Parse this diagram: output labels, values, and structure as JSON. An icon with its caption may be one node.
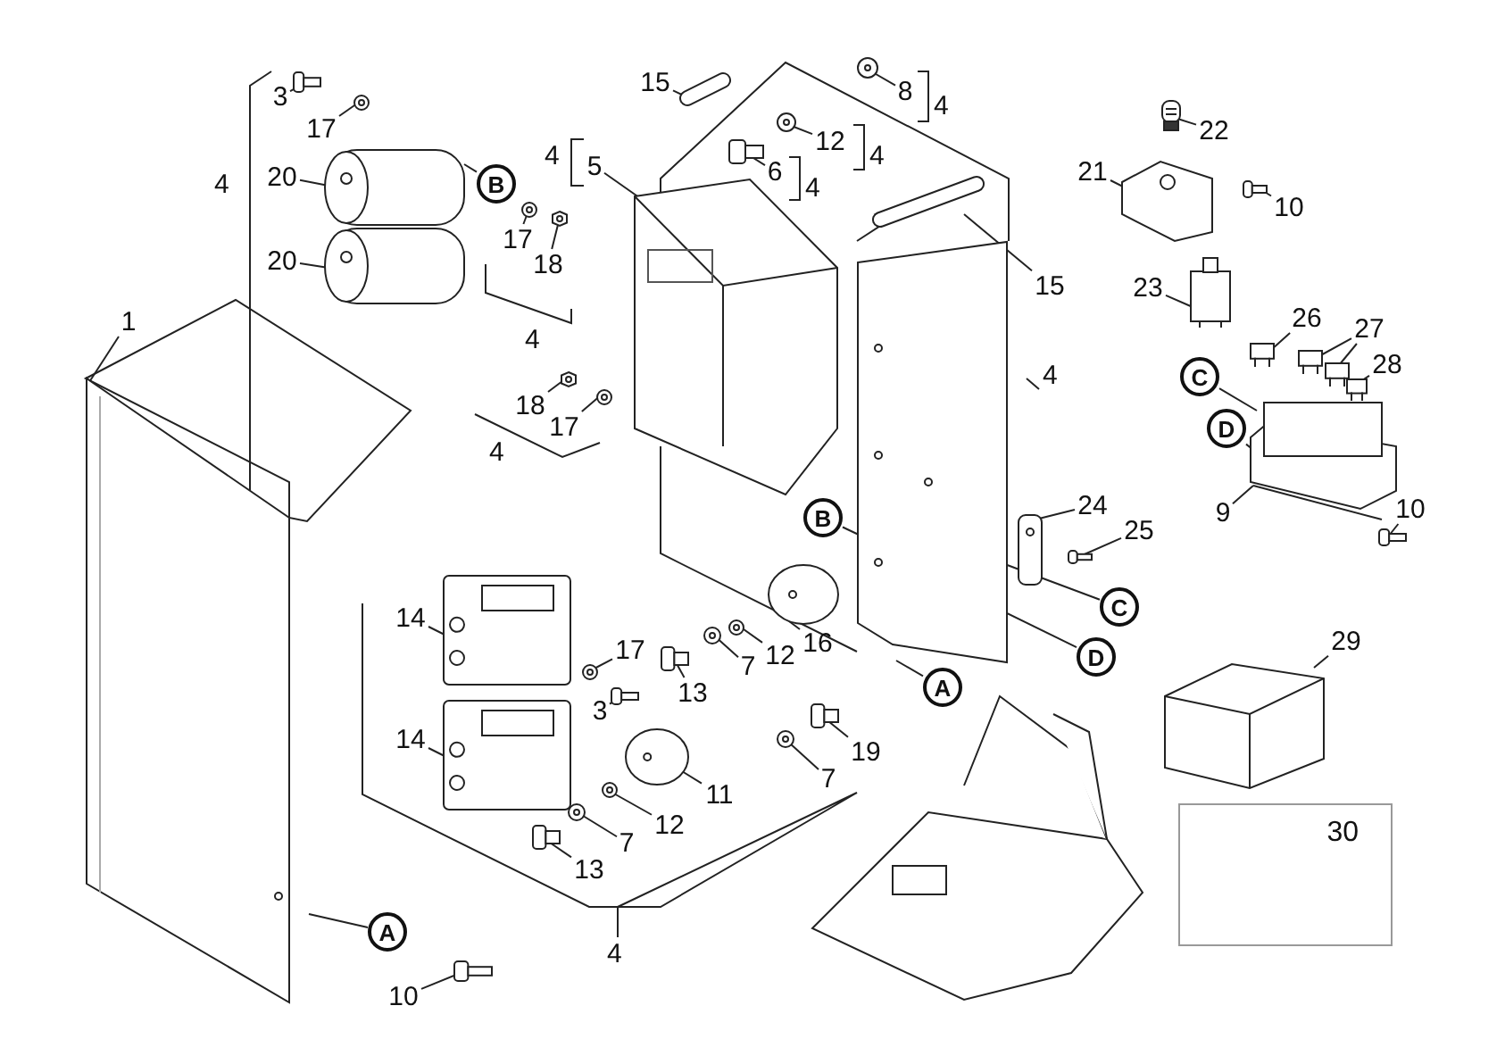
{
  "diagram": {
    "nodes": [
      {
        "text": [
          "1"
        ]
      },
      {
        "text": [
          "3"
        ]
      },
      {
        "text": [
          "17"
        ]
      },
      {
        "text": [
          "20"
        ]
      },
      {
        "text": [
          "20"
        ]
      },
      {
        "text": [
          "B"
        ]
      },
      {
        "text": [
          "17"
        ]
      },
      {
        "text": [
          "18"
        ]
      },
      {
        "text": [
          "15"
        ]
      },
      {
        "text": [
          "5"
        ]
      },
      {
        "text": [
          "6"
        ]
      },
      {
        "text": [
          "8"
        ]
      },
      {
        "text": [
          "12"
        ]
      },
      {
        "text": [
          "15"
        ]
      },
      {
        "text": [
          "21"
        ]
      },
      {
        "text": [
          "22"
        ]
      },
      {
        "text": [
          "10"
        ]
      },
      {
        "text": [
          "23"
        ]
      },
      {
        "text": [
          "26"
        ]
      },
      {
        "text": [
          "27"
        ]
      },
      {
        "text": [
          "28"
        ]
      },
      {
        "text": [
          "C"
        ]
      },
      {
        "text": [
          "D"
        ]
      },
      {
        "text": [
          "9"
        ]
      },
      {
        "text": [
          "10"
        ]
      },
      {
        "text": [
          "24"
        ]
      },
      {
        "text": [
          "25"
        ]
      },
      {
        "text": [
          "C"
        ]
      },
      {
        "text": [
          "D"
        ]
      },
      {
        "text": [
          "A"
        ]
      },
      {
        "text": [
          "29"
        ]
      },
      {
        "text": [
          "30"
        ]
      },
      {
        "text": [
          "18"
        ]
      },
      {
        "text": [
          "17"
        ]
      },
      {
        "text": [
          "B"
        ]
      },
      {
        "text": [
          "14"
        ]
      },
      {
        "text": [
          "17"
        ]
      },
      {
        "text": [
          "3"
        ]
      },
      {
        "text": [
          "13"
        ]
      },
      {
        "text": [
          "7"
        ]
      },
      {
        "text": [
          "12"
        ]
      },
      {
        "text": [
          "16"
        ]
      },
      {
        "text": [
          "14"
        ]
      },
      {
        "text": [
          "19"
        ]
      },
      {
        "text": [
          "7"
        ]
      },
      {
        "text": [
          "11"
        ]
      },
      {
        "text": [
          "12"
        ]
      },
      {
        "text": [
          "7"
        ]
      },
      {
        "text": [
          "13"
        ]
      },
      {
        "text": [
          "A"
        ]
      },
      {
        "text": [
          "10"
        ]
      },
      {
        "text": [],
        "shape": "picture"
      },
      {
        "text": [],
        "shape": "picture"
      },
      {
        "text": [],
        "shape": "picture"
      },
      {
        "text": [],
        "shape": "picture"
      },
      {
        "text": [],
        "shape": "picture"
      },
      {
        "text": [],
        "shape": "picture"
      },
      {
        "text": [],
        "shape": "picture"
      },
      {
        "text": [],
        "shape": "picture"
      },
      {
        "text": [],
        "shape": "picture"
      },
      {
        "text": [],
        "shape": "picture"
      },
      {
        "text": [],
        "shape": "picture"
      },
      {
        "text": [],
        "shape": "picture"
      },
      {
        "text": [],
        "shape": "picture"
      },
      {
        "text": [],
        "shape": "picture"
      },
      {
        "text": [],
        "shape": "picture"
      },
      {
        "text": [],
        "shape": "picture"
      },
      {
        "text": [],
        "shape": "picture"
      },
      {
        "text": [],
        "shape": "picture"
      },
      {
        "text": [],
        "shape": "picture"
      },
      {
        "text": [],
        "shape": "picture"
      },
      {
        "text": [],
        "shape": "picture"
      },
      {
        "text": [],
        "shape": "picture"
      },
      {
        "text": [],
        "shape": "picture"
      },
      {
        "text": [],
        "shape": "picture"
      },
      {
        "text": [],
        "shape": "picture"
      },
      {
        "text": [],
        "shape": "picture"
      },
      {
        "text": [],
        "shape": "picture"
      },
      {
        "text": [],
        "shape": "picture"
      },
      {
        "text": [],
        "shape": "picture"
      },
      {
        "text": [],
        "shape": "picture"
      },
      {
        "text": [],
        "shape": "picture"
      },
      {
        "text": [],
        "shape": "picture"
      },
      {
        "text": [],
        "shape": "picture"
      },
      {
        "text": [],
        "shape": "picture"
      },
      {
        "text": [],
        "shape": "picture"
      },
      {
        "text": [],
        "shape": "picture"
      },
      {
        "text": [],
        "shape": "picture"
      },
      {
        "text": [],
        "shape": "picture"
      },
      {
        "text": [],
        "shape": "picture"
      },
      {
        "text": [],
        "shape": "picture"
      },
      {
        "text": [],
        "shape": "picture"
      },
      {
        "text": [],
        "shape": "picture"
      },
      {
        "text": [],
        "shape": "picture"
      }
    ],
    "edges": [
      {
        "from": 0,
        "to": 51,
        "arrow": "none"
      },
      {
        "from": 1,
        "to": 52,
        "arrow": "none"
      },
      {
        "from": 2,
        "to": 53,
        "arrow": "none"
      },
      {
        "from": 3,
        "to": 54,
        "arrow": "none"
      },
      {
        "from": 4,
        "to": 54,
        "arrow": "none"
      },
      {
        "from": 5,
        "to": 54,
        "arrow": "none"
      },
      {
        "from": 6,
        "to": 55,
        "arrow": "none"
      },
      {
        "from": 7,
        "to": 56,
        "arrow": "none"
      },
      {
        "from": 8,
        "to": 57,
        "arrow": "none"
      },
      {
        "from": 9,
        "to": 58,
        "arrow": "none"
      },
      {
        "from": 10,
        "to": 59,
        "arrow": "none"
      },
      {
        "from": 11,
        "to": 60,
        "arrow": "none"
      },
      {
        "from": 12,
        "to": 61,
        "arrow": "none"
      },
      {
        "from": 13,
        "to": 62,
        "arrow": "none"
      },
      {
        "from": 14,
        "to": 64,
        "arrow": "none"
      },
      {
        "from": 15,
        "to": 65,
        "arrow": "none"
      },
      {
        "from": 16,
        "to": 66,
        "arrow": "none"
      },
      {
        "from": 17,
        "to": 67,
        "arrow": "none"
      },
      {
        "from": 18,
        "to": 68,
        "arrow": "none"
      },
      {
        "from": 19,
        "to": 69,
        "arrow": "none"
      },
      {
        "from": 19,
        "to": 70,
        "arrow": "none"
      },
      {
        "from": 20,
        "to": 71,
        "arrow": "none"
      },
      {
        "from": 21,
        "to": 72,
        "arrow": "none"
      },
      {
        "from": 22,
        "to": 72,
        "arrow": "none"
      },
      {
        "from": 23,
        "to": 72,
        "arrow": "none"
      },
      {
        "from": 24,
        "to": 73,
        "arrow": "none"
      },
      {
        "from": 25,
        "to": 74,
        "arrow": "none"
      },
      {
        "from": 26,
        "to": 75,
        "arrow": "none"
      },
      {
        "from": 27,
        "to": 63,
        "arrow": "none"
      },
      {
        "from": 28,
        "to": 63,
        "arrow": "none"
      },
      {
        "from": 29,
        "to": 63,
        "arrow": "none"
      },
      {
        "from": 30,
        "to": 76,
        "arrow": "none"
      },
      {
        "from": 32,
        "to": 77,
        "arrow": "none"
      },
      {
        "from": 33,
        "to": 78,
        "arrow": "none"
      },
      {
        "from": 34,
        "to": 63,
        "arrow": "none"
      },
      {
        "from": 35,
        "to": 79,
        "arrow": "none"
      },
      {
        "from": 36,
        "to": 80,
        "arrow": "none"
      },
      {
        "from": 37,
        "to": 81,
        "arrow": "none"
      },
      {
        "from": 38,
        "to": 82,
        "arrow": "none"
      },
      {
        "from": 39,
        "to": 83,
        "arrow": "none"
      },
      {
        "from": 40,
        "to": 84,
        "arrow": "none"
      },
      {
        "from": 41,
        "to": 85,
        "arrow": "none"
      },
      {
        "from": 42,
        "to": 86,
        "arrow": "none"
      },
      {
        "from": 43,
        "to": 87,
        "arrow": "none"
      },
      {
        "from": 44,
        "to": 88,
        "arrow": "none"
      },
      {
        "from": 45,
        "to": 89,
        "arrow": "none"
      },
      {
        "from": 46,
        "to": 90,
        "arrow": "none"
      },
      {
        "from": 47,
        "to": 91,
        "arrow": "none"
      },
      {
        "from": 48,
        "to": 92,
        "arrow": "none"
      },
      {
        "from": 49,
        "to": 51,
        "arrow": "none"
      },
      {
        "from": 50,
        "to": 93,
        "arrow": "none"
      }
    ],
    "labels": [
      "4",
      "4",
      "4",
      "4",
      "4",
      "4",
      "4",
      "4",
      "4"
    ]
  }
}
